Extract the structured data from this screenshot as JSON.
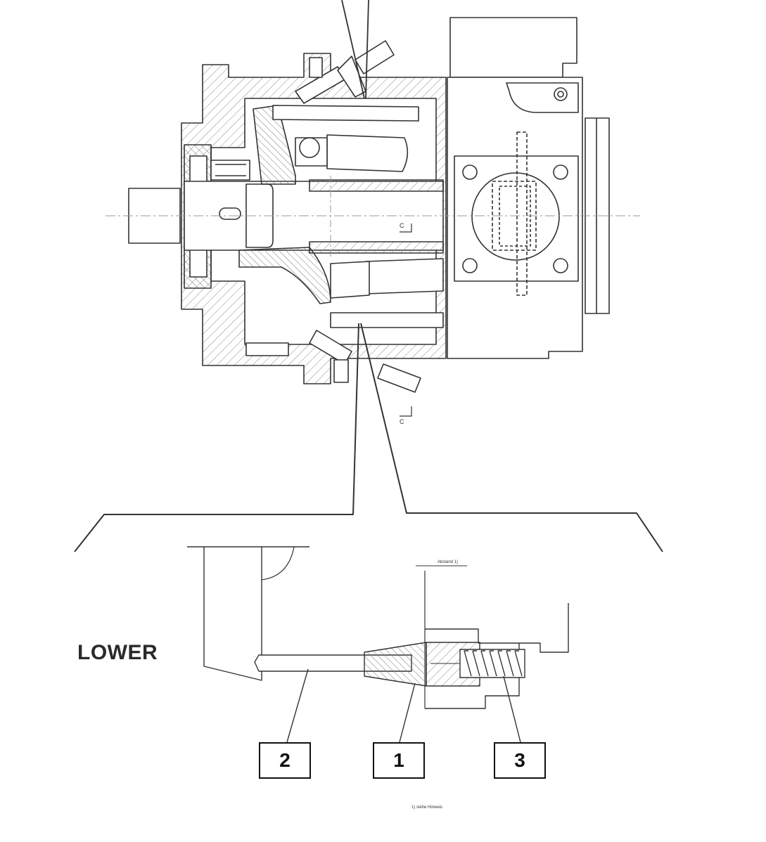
{
  "diagram": {
    "detail_label": "LOWER",
    "callouts": [
      {
        "id": "1",
        "text": "1"
      },
      {
        "id": "2",
        "text": "2"
      },
      {
        "id": "3",
        "text": "3"
      }
    ],
    "section_marks": [
      "C",
      "C"
    ],
    "footnote": "1) siehe Hinweis",
    "dim_note": "Abstand 1)"
  },
  "colors": {
    "line": "#333333",
    "hatch": "#888888"
  }
}
